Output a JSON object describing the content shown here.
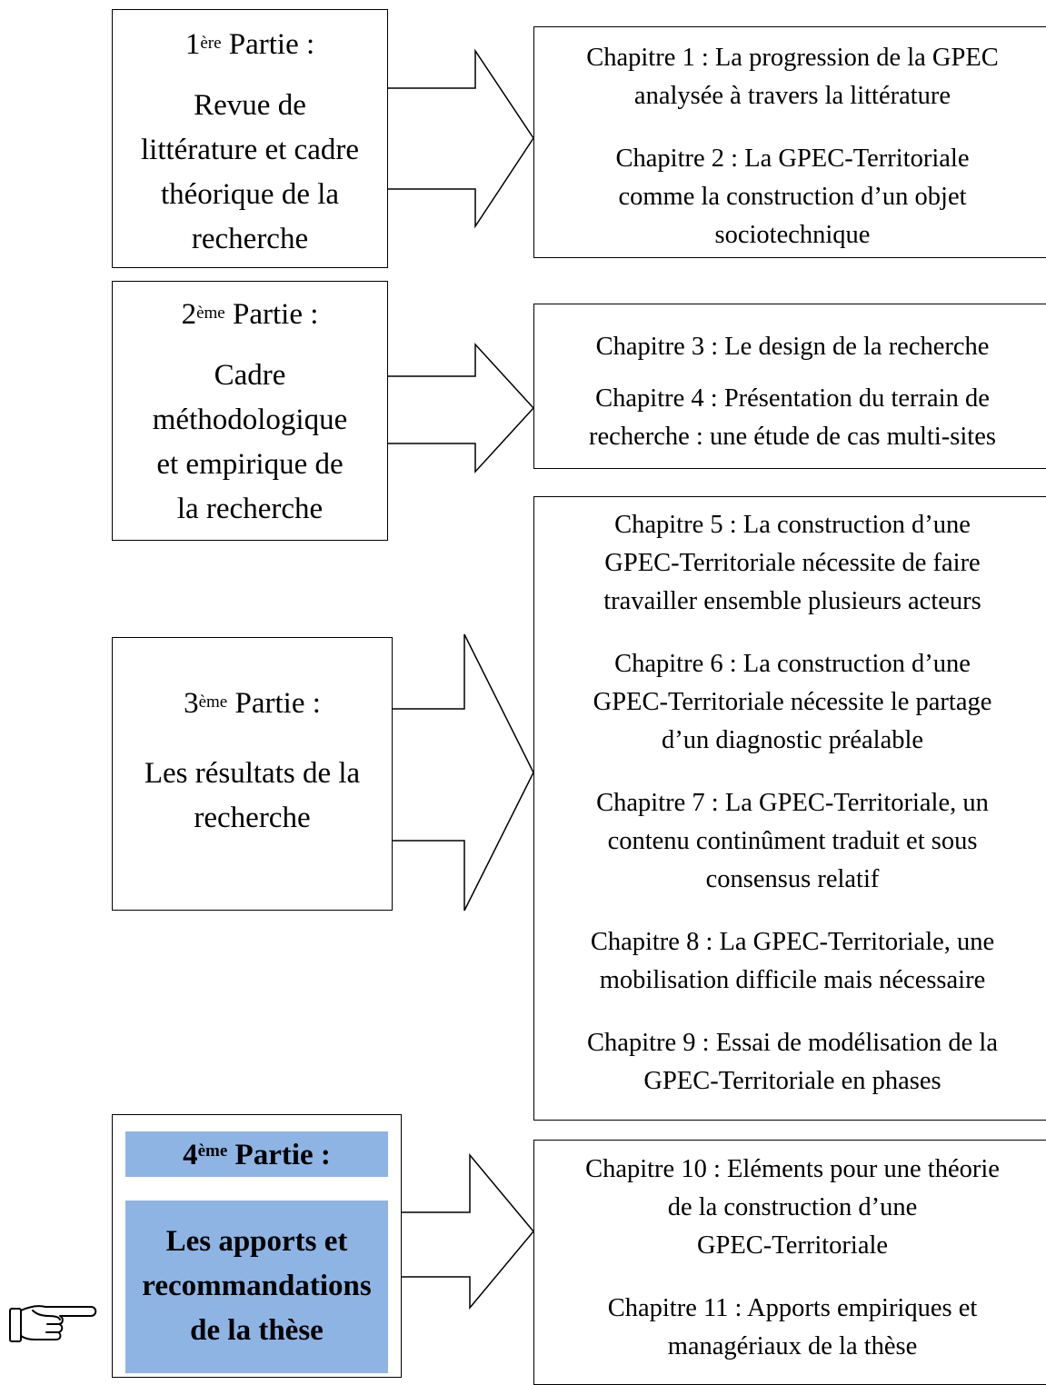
{
  "parts": [
    {
      "num": "1",
      "sup": "ère",
      "suffix": " Partie :",
      "lines": [
        "Revue de",
        "littérature et cadre",
        "théorique de la",
        "recherche"
      ]
    },
    {
      "num": "2",
      "sup": "ème",
      "suffix": " Partie :",
      "lines": [
        "Cadre",
        "méthodologique",
        "et empirique  de",
        "la recherche"
      ]
    },
    {
      "num": "3",
      "sup": "ème",
      "suffix": " Partie :",
      "lines": [
        "Les résultats de la",
        "recherche"
      ]
    },
    {
      "num": "4",
      "sup": "ème",
      "suffix": " Partie :",
      "lines": [
        "Les apports et",
        "recommandations",
        "de la thèse"
      ]
    }
  ],
  "chapters": [
    [
      "Chapitre 1 : La progression de la GPEC",
      "analysée à travers la littérature"
    ],
    [
      "Chapitre 2 : La GPEC-Territoriale",
      "comme la construction d’un objet",
      "sociotechnique"
    ],
    [
      "Chapitre 3 : Le design de la recherche"
    ],
    [
      "Chapitre 4 : Présentation du terrain de",
      "recherche : une étude de cas multi-sites"
    ],
    [
      "Chapitre 5 : La construction d’une",
      "GPEC-Territoriale nécessite de faire",
      "travailler ensemble plusieurs acteurs"
    ],
    [
      "Chapitre 6 : La construction d’une",
      "GPEC-Territoriale nécessite le partage",
      "d’un diagnostic préalable"
    ],
    [
      "Chapitre 7 : La GPEC-Territoriale, un",
      "contenu continûment traduit et sous",
      "consensus relatif"
    ],
    [
      "Chapitre 8 : La GPEC-Territoriale, une",
      "mobilisation difficile mais nécessaire"
    ],
    [
      "Chapitre 9 : Essai de modélisation de la",
      "GPEC-Territoriale en phases"
    ],
    [
      "Chapitre 10 : Eléments pour une théorie",
      "de la construction d’une",
      "GPEC-Territoriale"
    ],
    [
      "Chapitre 11 : Apports empiriques et",
      "managériaux de la thèse"
    ]
  ],
  "colors": {
    "highlight": "#8eb4e3",
    "stroke": "#000000"
  },
  "icons": {
    "pointer": "pointing-hand-icon"
  }
}
